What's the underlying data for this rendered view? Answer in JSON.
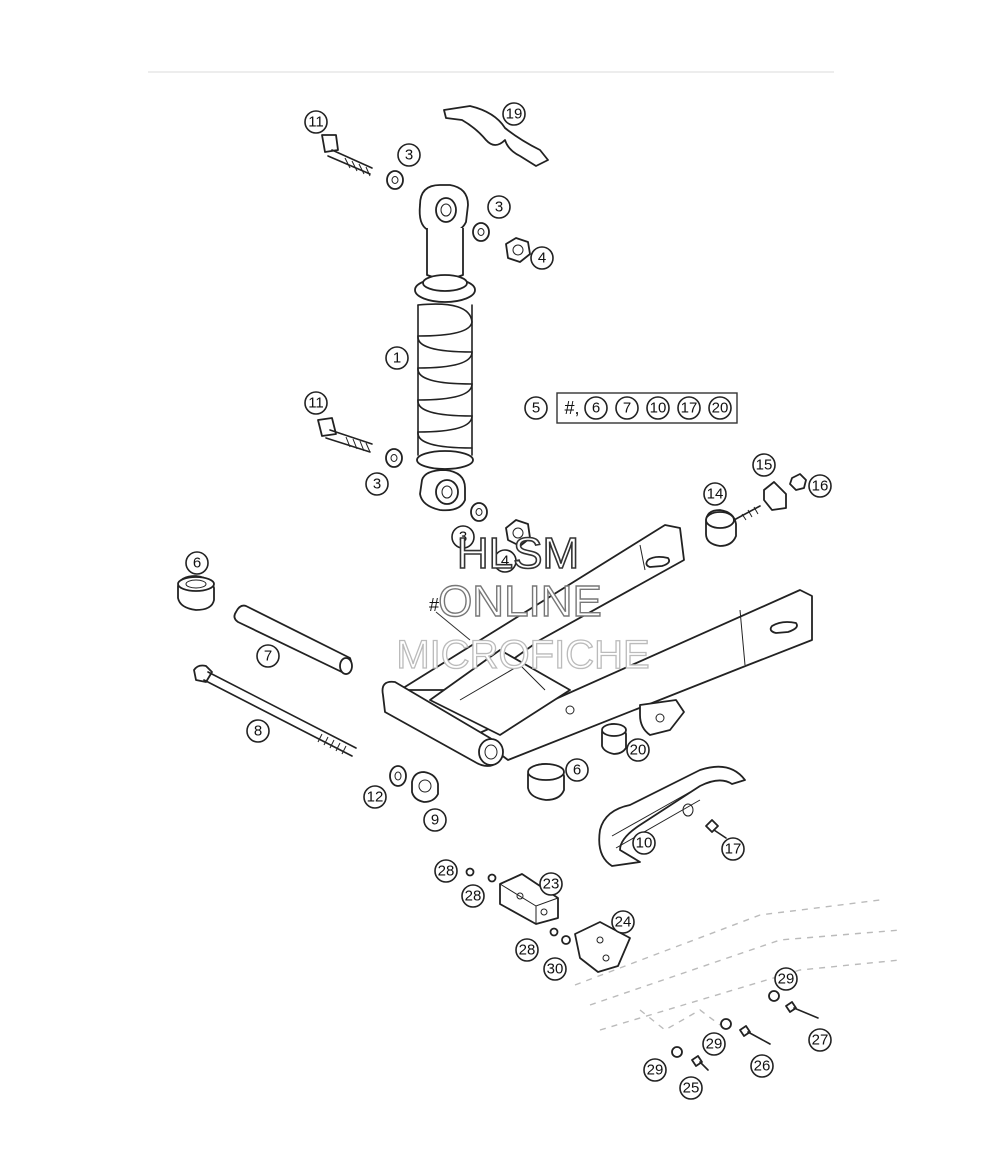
{
  "callouts": [
    {
      "id": "11",
      "label": "11"
    },
    {
      "id": "19",
      "label": "19"
    },
    {
      "id": "3",
      "label": "3"
    },
    {
      "id": "4",
      "label": "4"
    },
    {
      "id": "1",
      "label": "1"
    },
    {
      "id": "5",
      "label": "5"
    },
    {
      "id": "15",
      "label": "15"
    },
    {
      "id": "16",
      "label": "16"
    },
    {
      "id": "14",
      "label": "14"
    },
    {
      "id": "6",
      "label": "6"
    },
    {
      "id": "7",
      "label": "7"
    },
    {
      "id": "8",
      "label": "8"
    },
    {
      "id": "12",
      "label": "12"
    },
    {
      "id": "9",
      "label": "9"
    },
    {
      "id": "20",
      "label": "20"
    },
    {
      "id": "10",
      "label": "10"
    },
    {
      "id": "17",
      "label": "17"
    },
    {
      "id": "28",
      "label": "28"
    },
    {
      "id": "23",
      "label": "23"
    },
    {
      "id": "24",
      "label": "24"
    },
    {
      "id": "30",
      "label": "30"
    },
    {
      "id": "29",
      "label": "29"
    },
    {
      "id": "27",
      "label": "27"
    },
    {
      "id": "26",
      "label": "26"
    },
    {
      "id": "25",
      "label": "25"
    }
  ],
  "kit": {
    "label": "5",
    "prefix": "#,",
    "items": [
      "6",
      "7",
      "10",
      "17",
      "20"
    ]
  },
  "swingarm_mark": "#",
  "watermark": {
    "line1": "HLSM",
    "line2": "ONLINE",
    "line3": "MICROFICHE"
  }
}
